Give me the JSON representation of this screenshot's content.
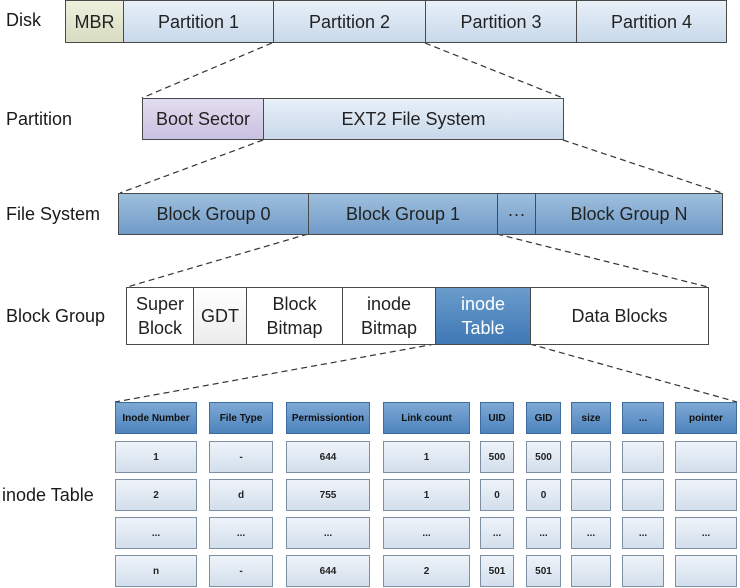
{
  "labels": {
    "disk": "Disk",
    "partition": "Partition",
    "file_system": "File System",
    "block_group": "Block Group",
    "inode_table": "inode Table"
  },
  "disk": {
    "mbr": "MBR",
    "partitions": [
      "Partition 1",
      "Partition 2",
      "Partition 3",
      "Partition 4"
    ]
  },
  "partition": {
    "boot_sector": "Boot Sector",
    "ext2": "EXT2 File System"
  },
  "file_system": {
    "group0": "Block Group 0",
    "group1": "Block Group 1",
    "ellipsis": "···",
    "groupN": "Block Group N"
  },
  "block_group": {
    "super_block": [
      "Super",
      "Block"
    ],
    "gdt": "GDT",
    "block_bitmap": [
      "Block",
      "Bitmap"
    ],
    "inode_bitmap": [
      "inode",
      "Bitmap"
    ],
    "inode_table": [
      "inode",
      "Table"
    ],
    "data_blocks": "Data Blocks"
  },
  "table": {
    "headers": [
      "Inode Number",
      "File Type",
      "Permissiontion",
      "Link count",
      "UID",
      "GID",
      "size",
      "...",
      "pointer"
    ],
    "rows": [
      [
        "1",
        "-",
        "644",
        "1",
        "500",
        "500",
        "",
        "",
        ""
      ],
      [
        "2",
        "d",
        "755",
        "1",
        "0",
        "0",
        "",
        "",
        ""
      ],
      [
        "...",
        "...",
        "...",
        "...",
        "...",
        "...",
        "...",
        "...",
        "..."
      ],
      [
        "n",
        "-",
        "644",
        "2",
        "501",
        "501",
        "",
        "",
        ""
      ]
    ]
  }
}
